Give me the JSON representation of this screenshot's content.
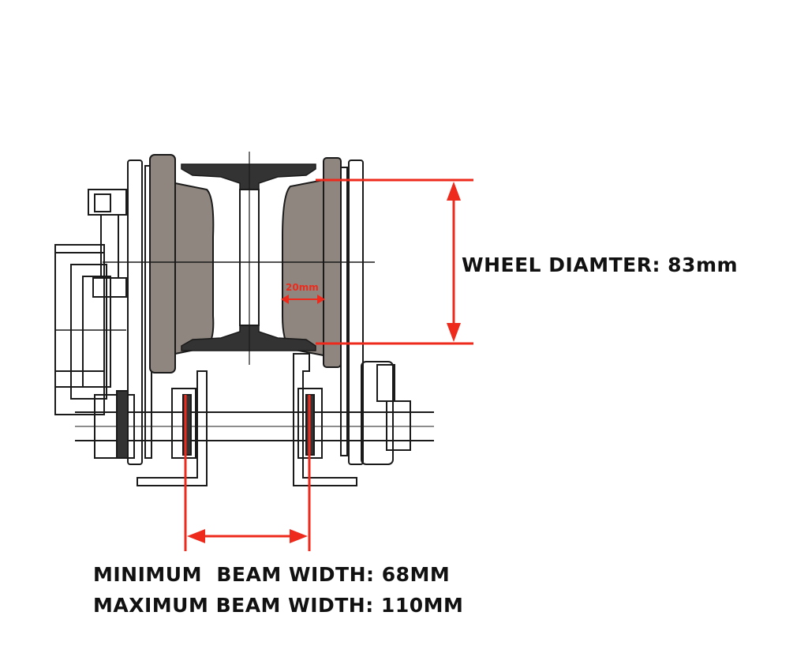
{
  "colors": {
    "line": "#1a1a1a",
    "wheel_fill": "#8f877f",
    "accent_red": "#ee2a1c",
    "label_text": "#111111"
  },
  "labels": {
    "wheel_diameter": "WHEEL DIAMTER: 83mm",
    "flange_width": "20mm",
    "min_beam_width": "MINIMUM  BEAM WIDTH: 68MM",
    "max_beam_width": "MAXIMUM BEAM WIDTH: 110MM"
  }
}
